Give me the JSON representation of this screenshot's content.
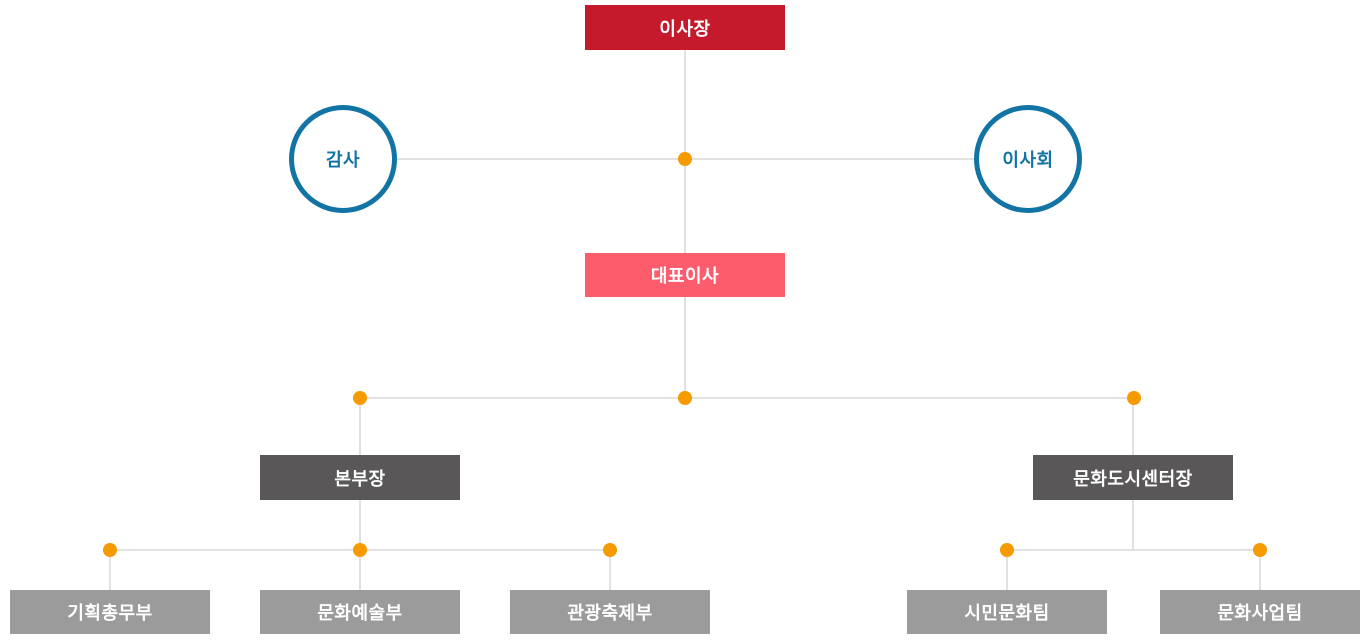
{
  "diagram": {
    "type": "organization-chart",
    "language": "ko"
  },
  "colors": {
    "chairman_bg": "#C41A2B",
    "ceo_bg": "#FD5C6C",
    "circle_border": "#1274A5",
    "head_bg": "#595757",
    "dept_bg": "#9B9B9B",
    "line": "#E1E1E1",
    "dot": "#F59B00",
    "node_text": "#FFFFFF"
  },
  "nodes": {
    "chairman": {
      "label": "이사장",
      "level": 1
    },
    "auditor": {
      "label": "감사",
      "level": 2
    },
    "board": {
      "label": "이사회",
      "level": 2
    },
    "ceo": {
      "label": "대표이사",
      "level": 3
    },
    "hq_head": {
      "label": "본부장",
      "level": 4
    },
    "culture_city_center_head": {
      "label": "문화도시센터장",
      "level": 4
    },
    "planning_general_affairs_dept": {
      "label": "기획총무부",
      "level": 5,
      "parent": "hq_head"
    },
    "culture_arts_dept": {
      "label": "문화예술부",
      "level": 5,
      "parent": "hq_head"
    },
    "tourism_festival_dept": {
      "label": "관광축제부",
      "level": 5,
      "parent": "hq_head"
    },
    "citizen_culture_team": {
      "label": "시민문화팀",
      "level": 5,
      "parent": "culture_city_center_head"
    },
    "culture_business_team": {
      "label": "문화사업팀",
      "level": 5,
      "parent": "culture_city_center_head"
    }
  }
}
